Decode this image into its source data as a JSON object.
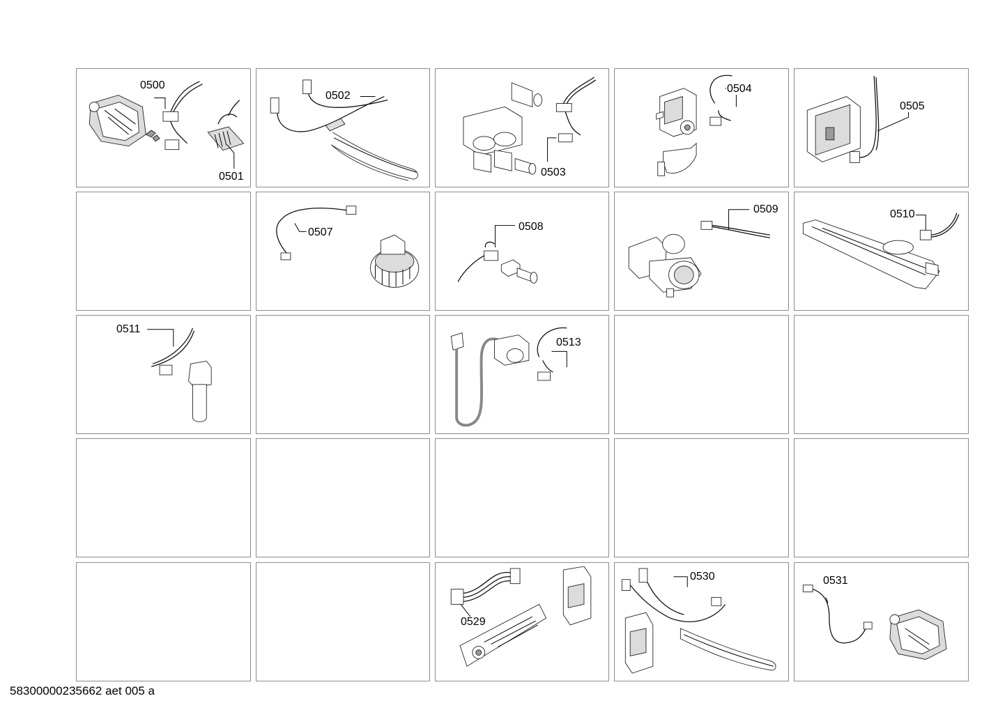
{
  "document_id": "58300000235662 aet 005 a",
  "labels": {
    "c0_0": [
      "0500",
      "0501"
    ],
    "c0_1": [
      "0502"
    ],
    "c0_2": [
      "0503"
    ],
    "c0_3": [
      "0504"
    ],
    "c0_4": [
      "0505"
    ],
    "c1_1": [
      "0507"
    ],
    "c1_2": [
      "0508"
    ],
    "c1_3": [
      "0509"
    ],
    "c1_4": [
      "0510"
    ],
    "c2_0": [
      "0511"
    ],
    "c2_2": [
      "0513"
    ],
    "c4_2": [
      "0529"
    ],
    "c4_3": [
      "0530"
    ],
    "c4_4": [
      "0531"
    ]
  }
}
